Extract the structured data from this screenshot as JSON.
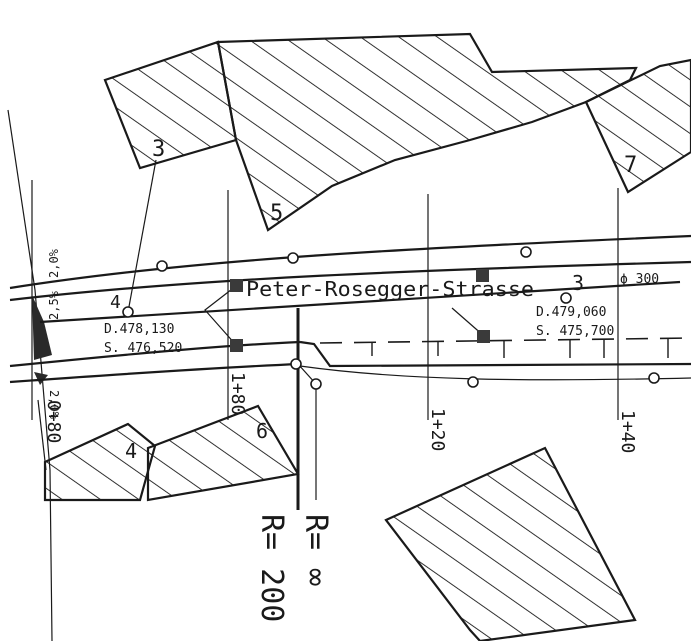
{
  "street_name": "Peter-Rosegger-Strasse",
  "building_numbers": {
    "b3": "3",
    "b5": "5",
    "b7": "7",
    "b4": "4",
    "b6": "6"
  },
  "lot_number_top": "3",
  "node_label": "4",
  "pipe_label": "ϕ 300",
  "shaft_left": {
    "d": "D.478,130",
    "s": "S. 476,520"
  },
  "shaft_right": {
    "d": "D.479,060",
    "s": "S. 475,700"
  },
  "stations": {
    "s080": "0+80",
    "s180": "1+80",
    "s120": "1+20",
    "s140": "1+40"
  },
  "slopes": {
    "top": "2,0%",
    "mid": "2,5%",
    "bottom": "2,0%"
  },
  "radii": {
    "left": "R= 200",
    "right": "R= ∞"
  }
}
